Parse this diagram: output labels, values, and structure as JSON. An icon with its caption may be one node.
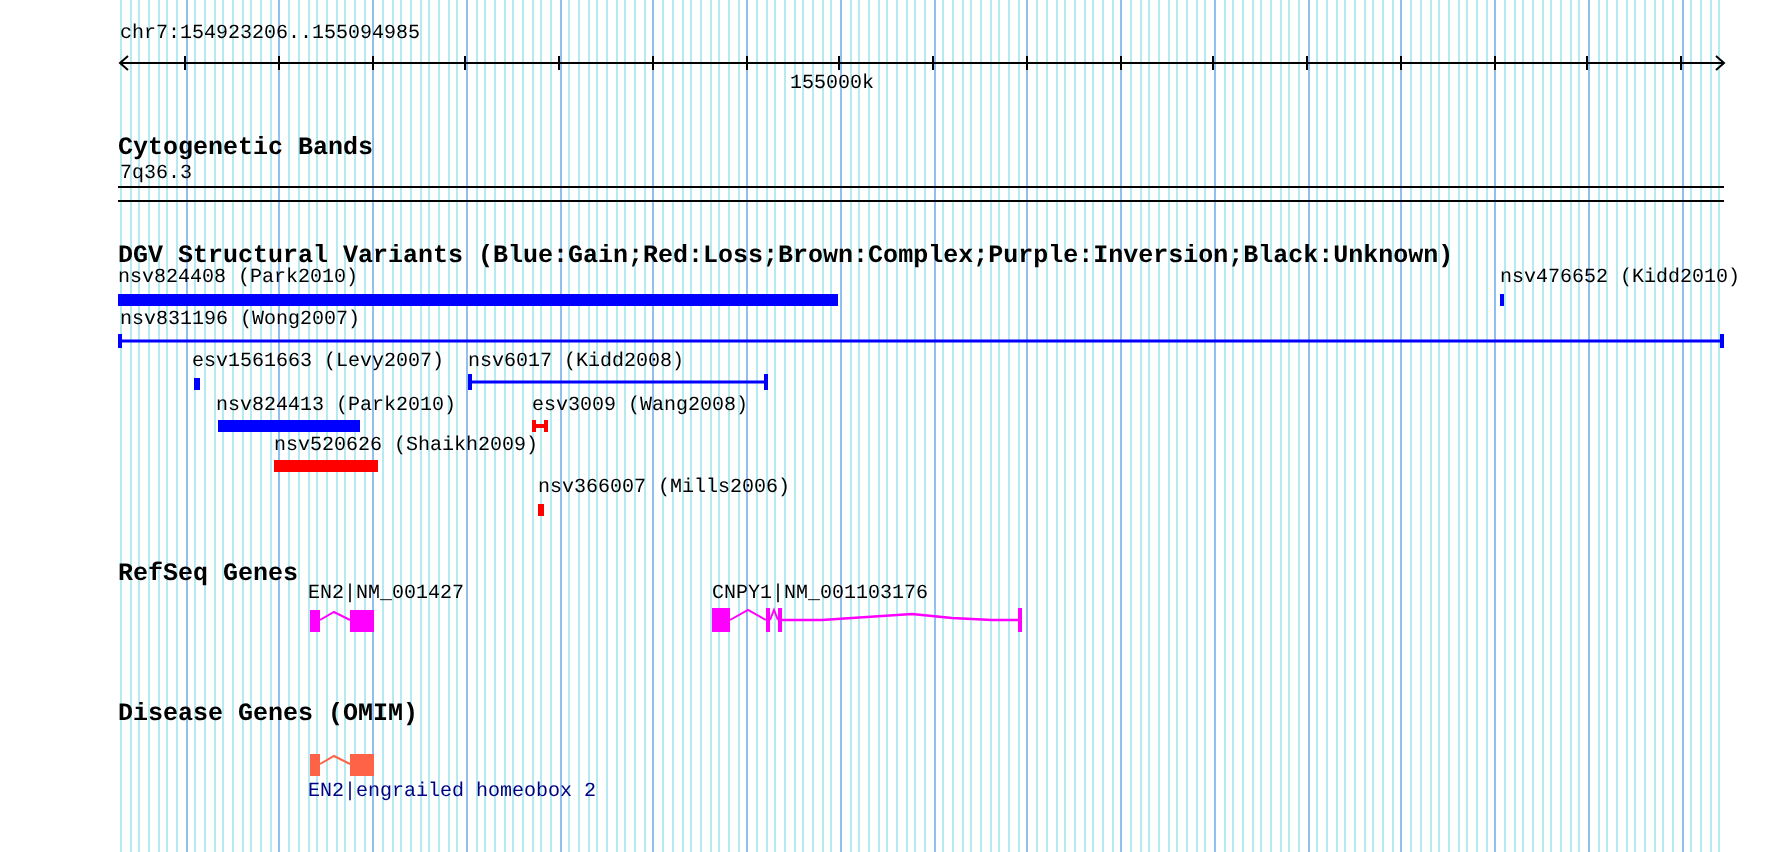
{
  "diagram": {
    "nodes": [
      {
        "text": [],
        "shape": "bar",
        "beside": [
          "nsv824408 (Park2010)"
        ]
      },
      {
        "text": [],
        "shape": "bar",
        "beside": [
          "nsv476652 (Kidd2010)"
        ]
      },
      {
        "text": [],
        "shape": "bar",
        "beside": [
          "nsv831196 (Wong2007)"
        ]
      },
      {
        "text": [],
        "shape": "bar",
        "beside": [
          "esv1561663 (Levy2007)"
        ]
      },
      {
        "text": [],
        "shape": "bar",
        "beside": [
          "nsv6017 (Kidd2008)"
        ]
      },
      {
        "text": [],
        "shape": "bar",
        "beside": [
          "nsv824413 (Park2010)"
        ]
      },
      {
        "text": [],
        "shape": "bar",
        "beside": [
          "esv3009 (Wang2008)"
        ]
      },
      {
        "text": [],
        "shape": "bar",
        "beside": [
          "nsv520626 (Shaikh2009)"
        ]
      },
      {
        "text": [],
        "shape": "bar",
        "beside": [
          "nsv366007 (Mills2006)"
        ]
      },
      {
        "text": [],
        "shape": "bar",
        "beside": [
          "EN2|NM_001427"
        ]
      },
      {
        "text": [],
        "shape": "bar",
        "beside": [
          "CNPY1|NM_001103176"
        ]
      },
      {
        "text": [],
        "shape": "bar",
        "beside": [
          "EN2|engrailed homeobox 2"
        ]
      }
    ],
    "edges": [],
    "labels": [
      "chr7:154923206..155094985",
      "155000k",
      "Cytogenetic Bands",
      "7q36.3",
      "DGV Structural Variants (Blue:Gain;Red:Loss;Brown:Complex;Purple:Inversion;Black:Unknown)",
      "RefSeq Genes",
      "Disease Genes (OMIM)"
    ]
  }
}
